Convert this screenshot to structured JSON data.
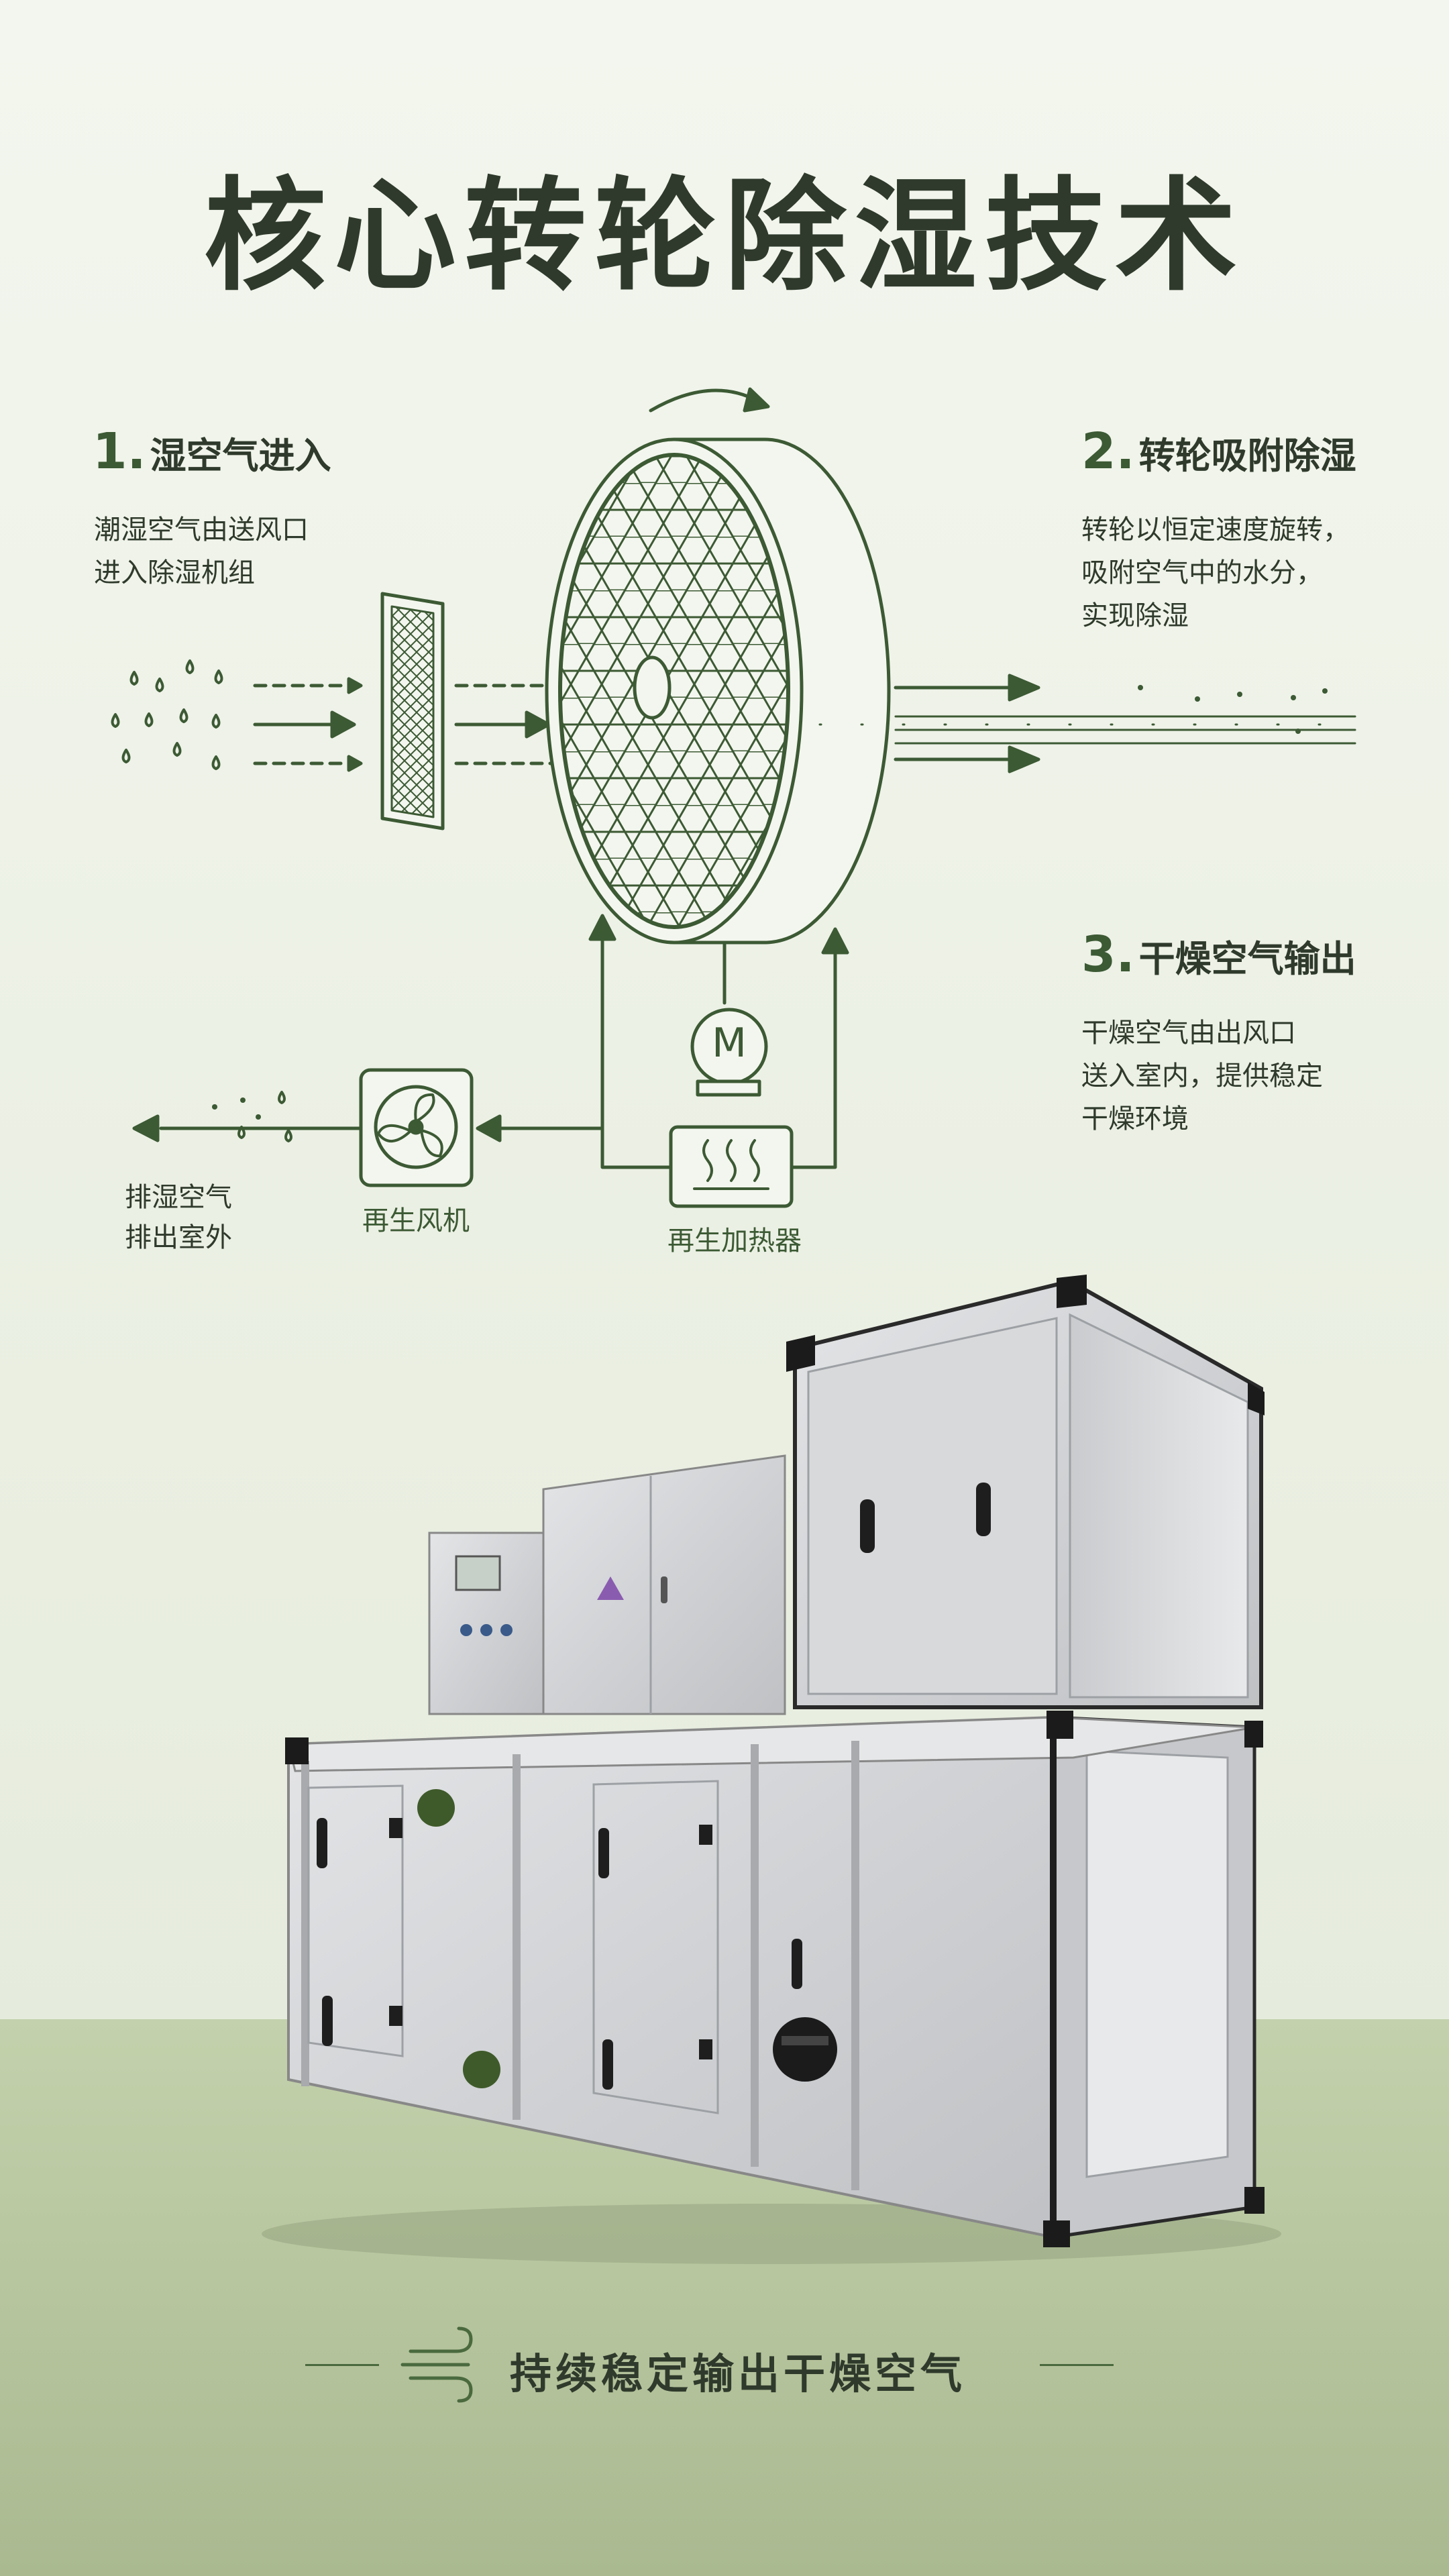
{
  "title": "核心转轮除湿技术",
  "steps": [
    {
      "num": "1.",
      "title": "湿空气进入",
      "desc": "潮湿空气由送风口\n进入除湿机组"
    },
    {
      "num": "2.",
      "title": "转轮吸附除湿",
      "desc": "转轮以恒定速度旋转，\n吸附空气中的水分，\n实现除湿"
    },
    {
      "num": "3.",
      "title": "干燥空气输出",
      "desc": "干燥空气由出风口\n送入室内，提供稳定\n干燥环境"
    }
  ],
  "labels": {
    "exhaust": "排湿空气\n排出室外",
    "fan": "再生风机",
    "heater": "再生加热器",
    "motor_letter": "M"
  },
  "footer": {
    "text": "持续稳定输出干燥空气"
  },
  "colors": {
    "primary": "#3c5a34",
    "text": "#2f3a2c",
    "background": "#f3f6ee",
    "floor": "#b9c9a0",
    "metal": "#d9dadb"
  },
  "icons": [
    "water-drop-icon",
    "filter-icon",
    "desiccant-wheel-icon",
    "rotation-arrow-icon",
    "motor-icon",
    "fan-icon",
    "heater-icon",
    "airflow-arrow-icon",
    "wind-icon"
  ]
}
